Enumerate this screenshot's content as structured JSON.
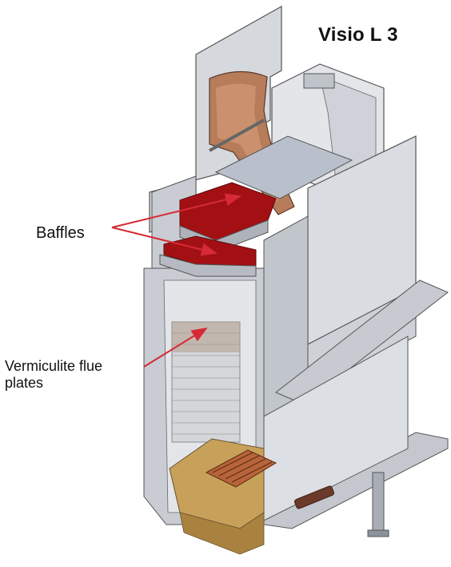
{
  "title": "Visio L 3",
  "labels": {
    "baffles": "Baffles",
    "vermiculite_line1": "Vermiculite flue",
    "vermiculite_line2": "plates"
  },
  "colors": {
    "arrow": "#d62a36",
    "baffle": "#a31014",
    "steel_light": "#d9dde3",
    "steel_mid": "#b8bdc5",
    "steel_dark": "#8c929b",
    "flue_pipe": "#b77c5a",
    "vermiculite": "#c7a15a",
    "grate": "#b8643a"
  }
}
